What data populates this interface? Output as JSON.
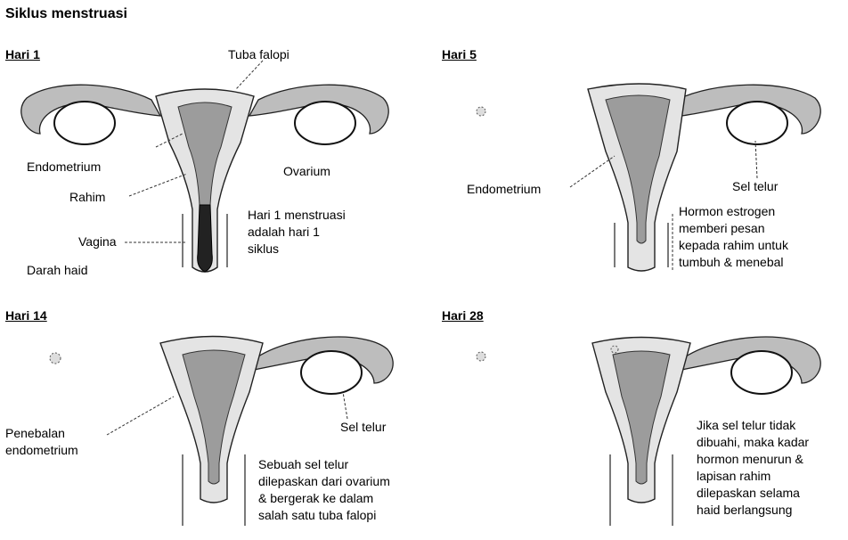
{
  "title": "Siklus menstruasi",
  "panels": {
    "day1": {
      "header": "Hari 1",
      "labels": {
        "tuba": "Tuba falopi",
        "endometrium": "Endometrium",
        "ovarium": "Ovarium",
        "rahim": "Rahim",
        "vagina": "Vagina",
        "darah": "Darah haid"
      },
      "caption": [
        "Hari 1 menstruasi",
        "adalah hari 1",
        "siklus"
      ]
    },
    "day5": {
      "header": "Hari 5",
      "labels": {
        "endometrium": "Endometrium",
        "sel_telur": "Sel telur"
      },
      "caption": [
        "Hormon estrogen",
        "memberi pesan",
        "kepada rahim untuk",
        "tumbuh & menebal"
      ]
    },
    "day14": {
      "header": "Hari 14",
      "labels": {
        "penebalan": [
          "Penebalan",
          "endometrium"
        ],
        "sel_telur": "Sel telur"
      },
      "caption": [
        "Sebuah sel telur",
        "dilepaskan dari ovarium",
        "& bergerak ke dalam",
        "salah satu tuba falopi"
      ]
    },
    "day28": {
      "header": "Hari 28",
      "caption": [
        "Jika sel telur tidak",
        "dibuahi, maka kadar",
        "hormon menurun &",
        "lapisan rahim",
        "dilepaskan selama",
        "haid berlangsung"
      ]
    }
  }
}
